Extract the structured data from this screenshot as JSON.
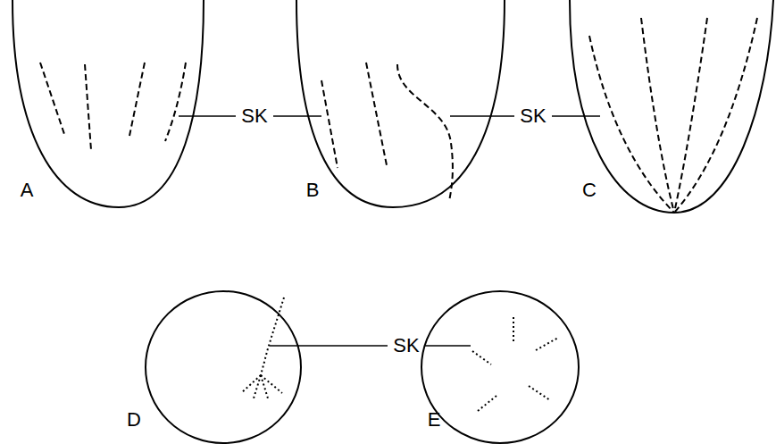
{
  "diagram": {
    "labels": [
      "SK",
      "SK",
      "A",
      "B",
      "C",
      "SK",
      "D",
      "E"
    ]
  }
}
